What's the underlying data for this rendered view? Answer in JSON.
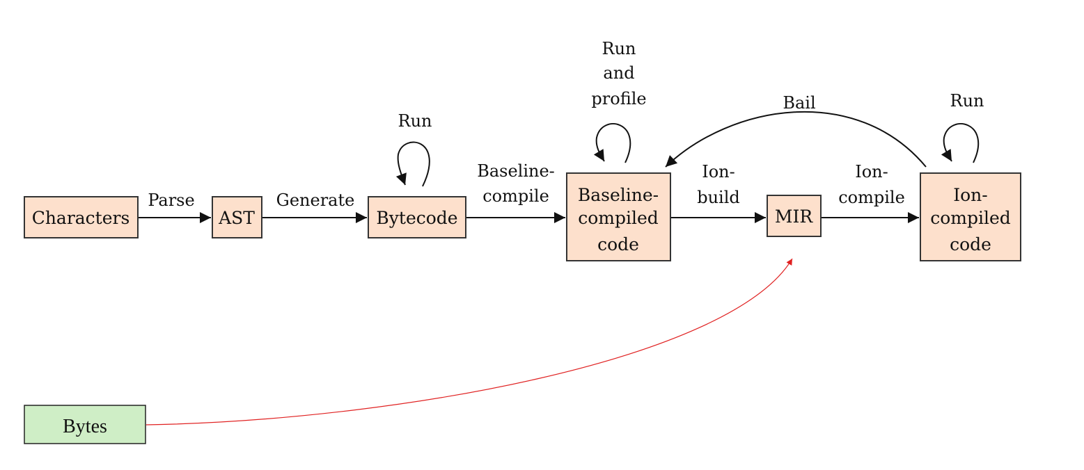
{
  "nodes": {
    "characters": "Characters",
    "ast": "AST",
    "bytecode": "Bytecode",
    "baseline": [
      "Baseline-",
      "compiled",
      "code"
    ],
    "mir": "MIR",
    "ion": [
      "Ion-",
      "compiled",
      "code"
    ],
    "bytes": "Bytes"
  },
  "edges": {
    "parse": "Parse",
    "generate": "Generate",
    "baseline_compile": [
      "Baseline-",
      "compile"
    ],
    "ion_build": [
      "Ion-",
      "build"
    ],
    "ion_compile": [
      "Ion-",
      "compile"
    ],
    "bail": "Bail",
    "run_bytecode": "Run",
    "run_baseline": [
      "Run",
      "and",
      "profile"
    ],
    "run_ion": "Run"
  },
  "colors": {
    "node_fill": "#fde0cc",
    "bytes_fill": "#cfeec6",
    "edge": "#111111",
    "bytes_edge": "#e02020"
  }
}
